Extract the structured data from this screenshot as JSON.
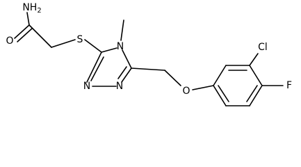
{
  "molecule": {
    "labels": {
      "nh2": "NH2",
      "o": "O",
      "s": "S",
      "n4": "N",
      "n2": "N",
      "n1": "N",
      "ether_o": "O",
      "cl": "Cl",
      "f": "F"
    }
  }
}
